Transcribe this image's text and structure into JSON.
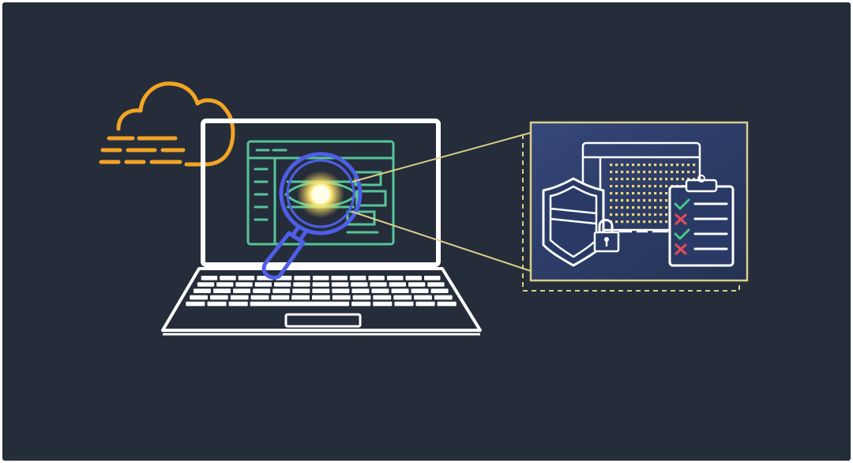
{
  "illustration": {
    "background": "#252d3b",
    "colors": {
      "cloud": "#f3a423",
      "laptop": "#ffffff",
      "browser": "#56c59a",
      "magnifier": "#4e5ee8",
      "lens_glow": "#fff3a8",
      "callout": "#d9cf8a",
      "panel_fill": "#2e3e68",
      "check": "#48c78a",
      "cross": "#e04b58"
    },
    "icons": [
      "cloud-icon",
      "laptop-icon",
      "browser-window-icon",
      "magnifying-glass-icon",
      "shield-icon",
      "padlock-icon",
      "database-table-icon",
      "checklist-clipboard-icon"
    ],
    "checklist": [
      "check",
      "cross",
      "check",
      "cross"
    ]
  }
}
